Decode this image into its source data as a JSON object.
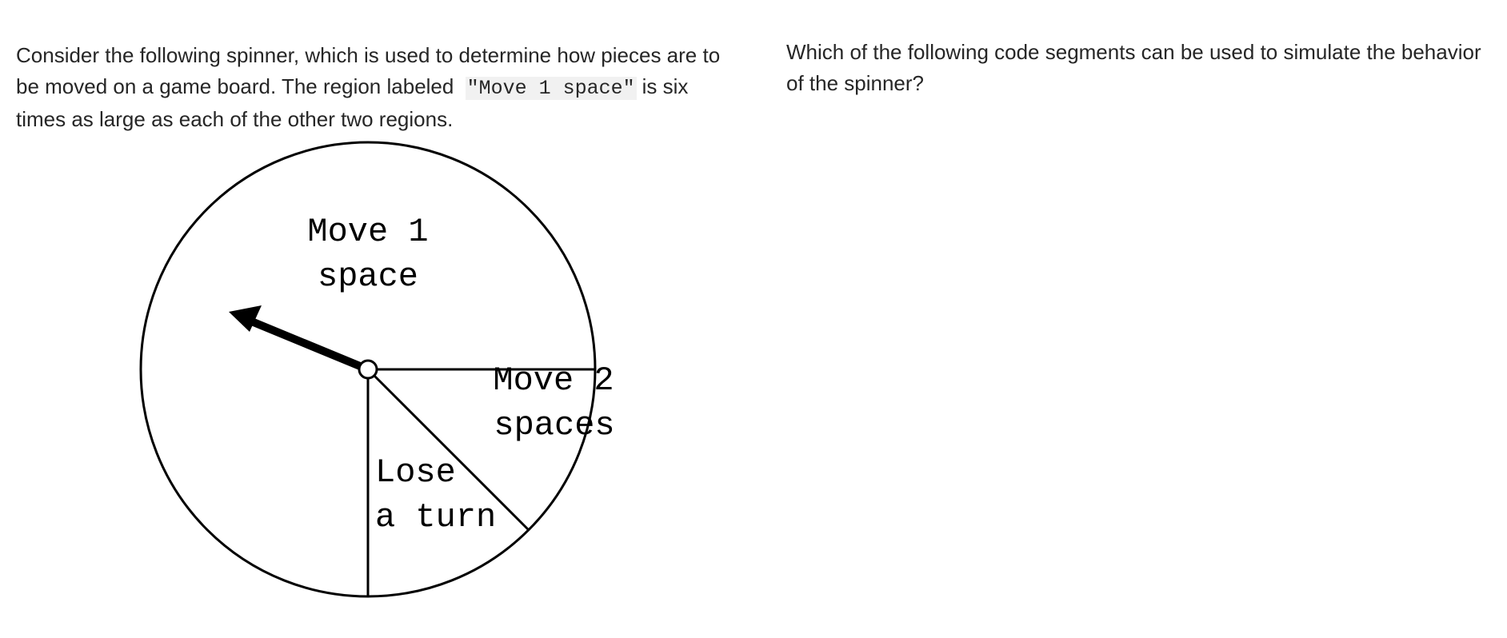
{
  "prompt": {
    "part1": "Consider the following spinner, which is used to determine how pieces are to be moved on a game board. The region labeled",
    "code_label": "\"Move 1 space\"",
    "part2": "is six times as large as each of the other two regions."
  },
  "question": {
    "text": "Which of the following code segments can be used to simulate the behavior of the spinner?"
  },
  "spinner": {
    "regions": [
      {
        "line1": "Move 1",
        "line2": "space",
        "relative_size": 6
      },
      {
        "line1": "Move 2",
        "line2": "spaces",
        "relative_size": 1
      },
      {
        "line1": "Lose",
        "line2": "a turn",
        "relative_size": 1
      }
    ],
    "stroke_color": "#000000",
    "fill_color": "#ffffff"
  }
}
